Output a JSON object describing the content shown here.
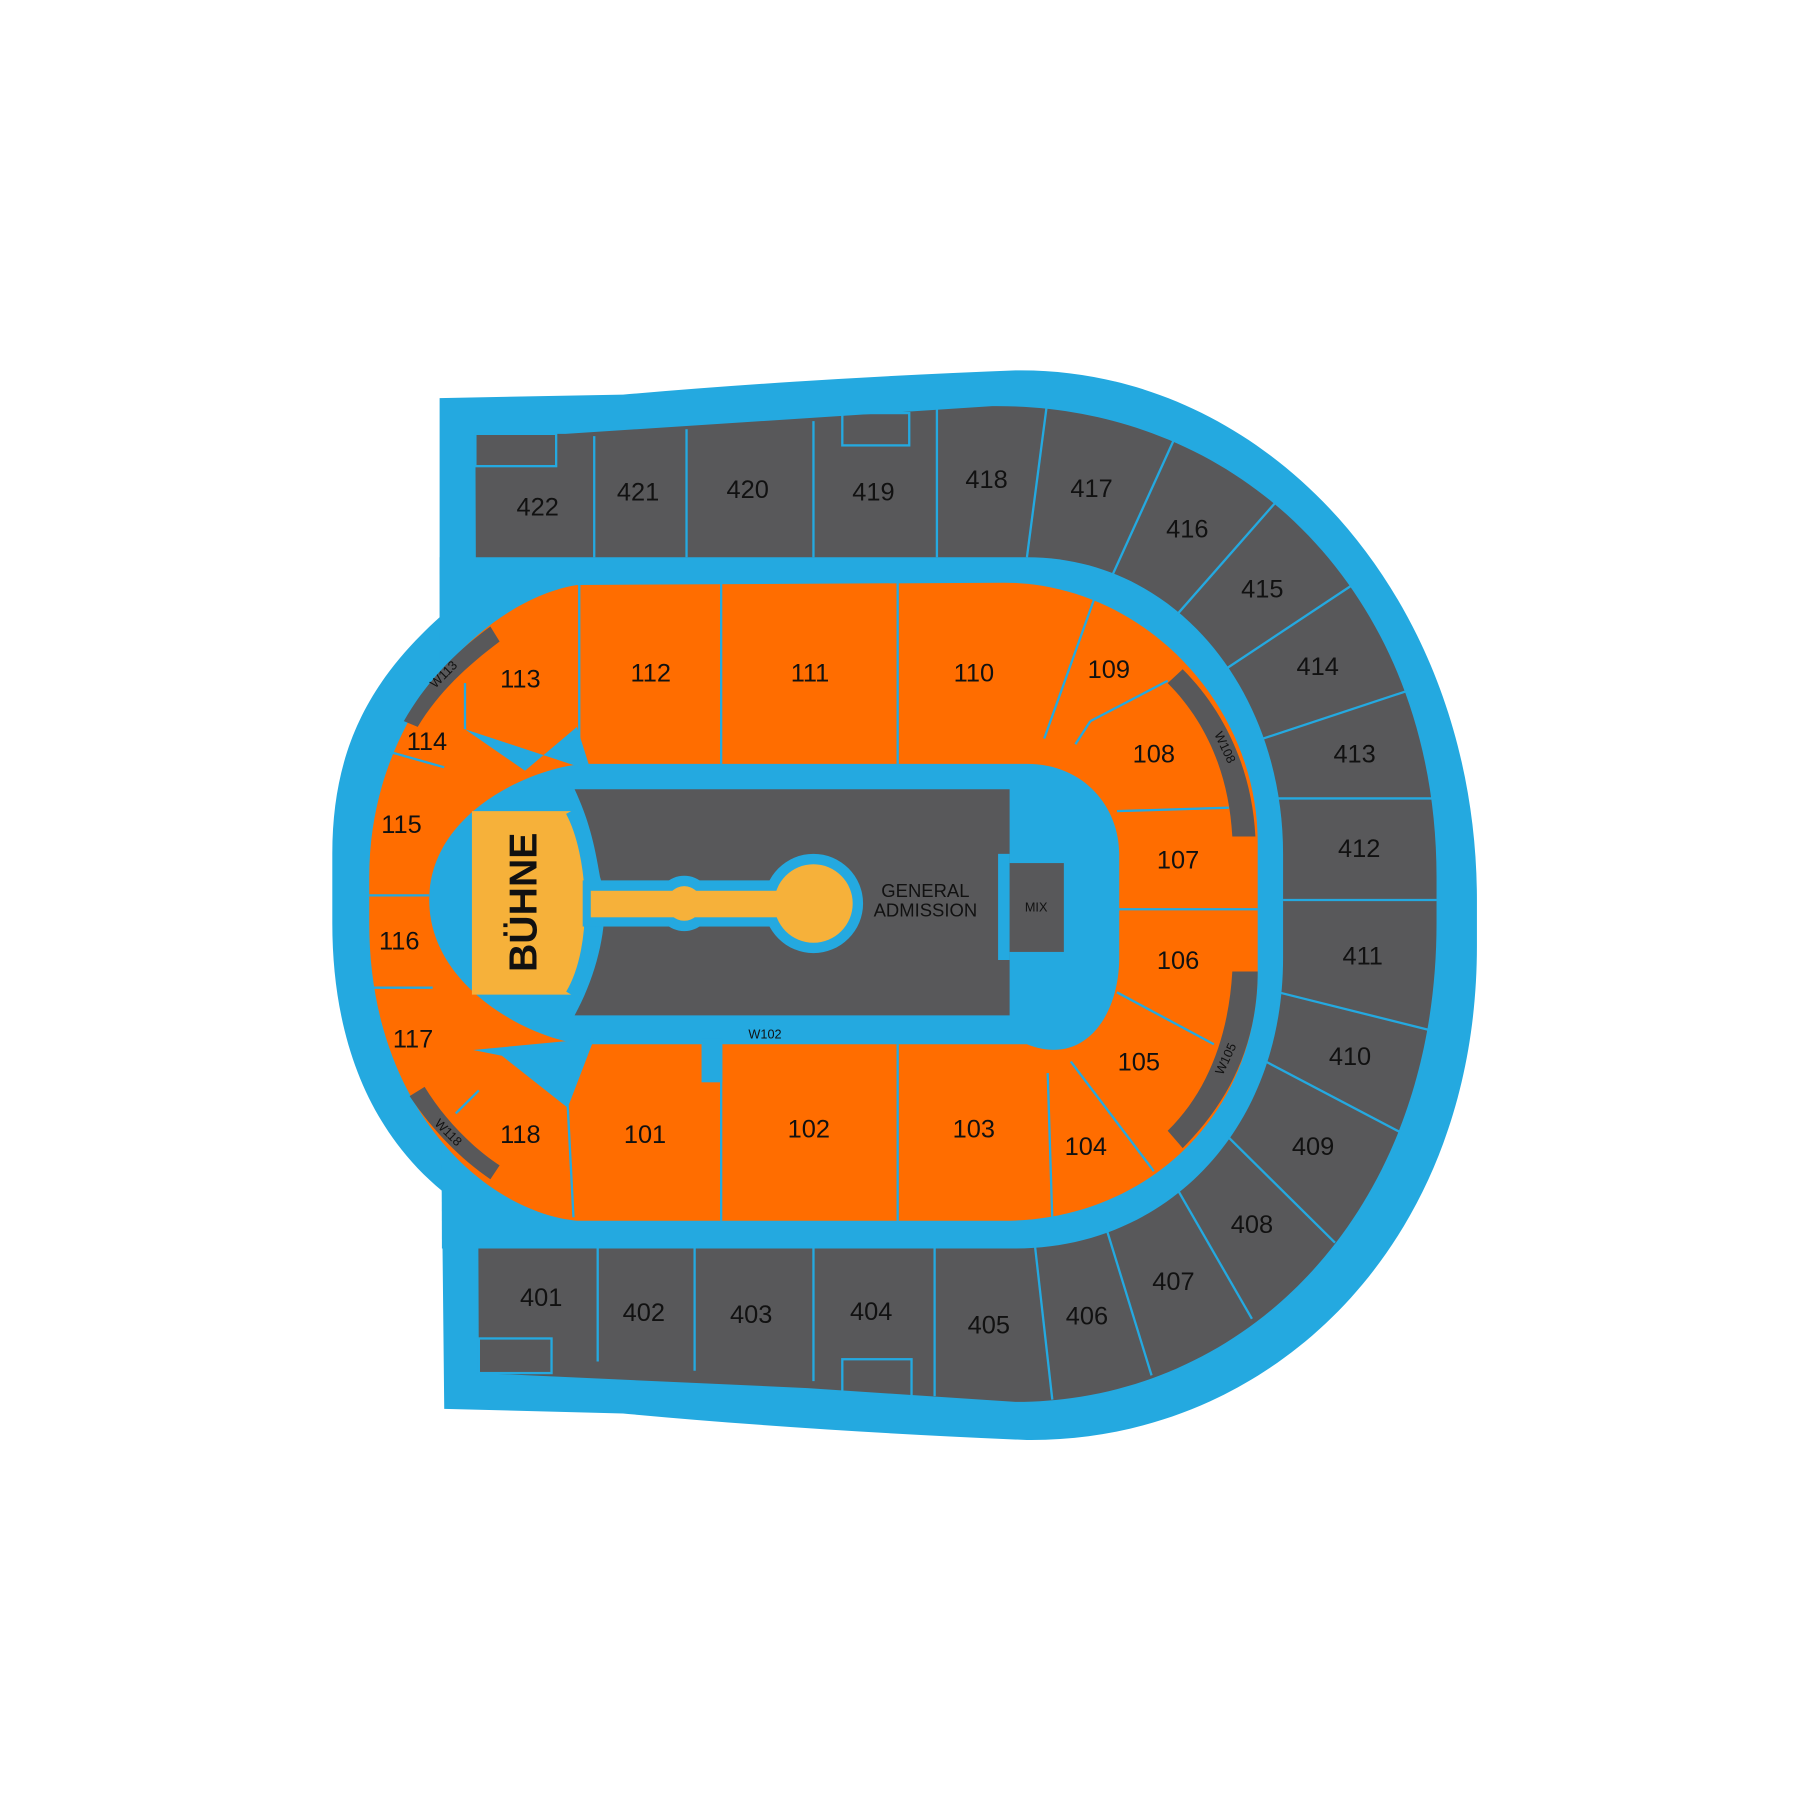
{
  "colors": {
    "track": "#24a9e0",
    "upper_tier": "#58585a",
    "lower_tier": "#ff6d00",
    "stage": "#f6b13a"
  },
  "stage": {
    "label": "BÜHNE"
  },
  "floor": {
    "line1": "GENERAL",
    "line2": "ADMISSION"
  },
  "mix": {
    "label": "MIX"
  },
  "sections_100": [
    "101",
    "102",
    "103",
    "104",
    "105",
    "106",
    "107",
    "108",
    "109",
    "110",
    "111",
    "112",
    "113",
    "114",
    "115",
    "116",
    "117",
    "118"
  ],
  "sections_400": [
    "401",
    "402",
    "403",
    "404",
    "405",
    "406",
    "407",
    "408",
    "409",
    "410",
    "411",
    "412",
    "413",
    "414",
    "415",
    "416",
    "417",
    "418",
    "419",
    "420",
    "421",
    "422"
  ],
  "wheelchair": [
    "W102",
    "W105",
    "W108",
    "W113",
    "W118"
  ]
}
